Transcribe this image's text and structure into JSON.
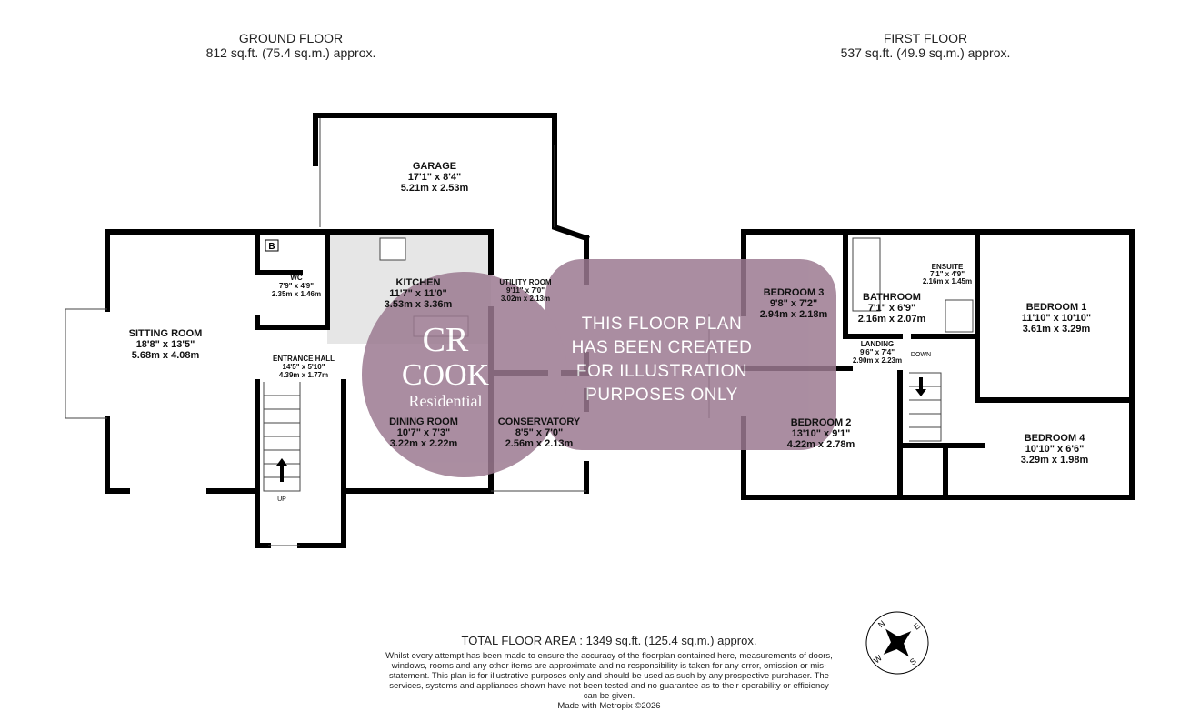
{
  "ground_floor": {
    "title": "GROUND FLOOR",
    "area": "812 sq.ft. (75.4 sq.m.) approx."
  },
  "first_floor": {
    "title": "FIRST FLOOR",
    "area": "537 sq.ft. (49.9 sq.m.) approx."
  },
  "rooms": [
    {
      "name": "GARAGE",
      "imperial": "17'1\" x 8'4\"",
      "metric": "5.21m x 2.53m"
    },
    {
      "name": "SITTING ROOM",
      "imperial": "18'8\" x 13'5\"",
      "metric": "5.68m x 4.08m"
    },
    {
      "name": "WC",
      "imperial": "7'9\" x 4'9\"",
      "metric": "2.35m x 1.46m"
    },
    {
      "name": "ENTRANCE HALL",
      "imperial": "14'5\" x 5'10\"",
      "metric": "4.39m x 1.77m"
    },
    {
      "name": "KITCHEN",
      "imperial": "11'7\" x 11'0\"",
      "metric": "3.53m x 3.36m"
    },
    {
      "name": "UTILITY ROOM",
      "imperial": "9'11\" x 7'0\"",
      "metric": "3.02m x 2.13m"
    },
    {
      "name": "DINING ROOM",
      "imperial": "10'7\" x 7'3\"",
      "metric": "3.22m x 2.22m"
    },
    {
      "name": "CONSERVATORY",
      "imperial": "8'5\" x 7'0\"",
      "metric": "2.56m x 2.13m"
    },
    {
      "name": "BEDROOM 3",
      "imperial": "9'8\" x 7'2\"",
      "metric": "2.94m x 2.18m"
    },
    {
      "name": "BATHROOM",
      "imperial": "7'1\" x 6'9\"",
      "metric": "2.16m x 2.07m"
    },
    {
      "name": "ENSUITE",
      "imperial": "7'1\" x 4'9\"",
      "metric": "2.16m x 1.45m"
    },
    {
      "name": "BEDROOM 1",
      "imperial": "11'10\" x 10'10\"",
      "metric": "3.61m x 3.29m"
    },
    {
      "name": "LANDING",
      "imperial": "9'6\" x 7'4\"",
      "metric": "2.90m x 2.23m"
    },
    {
      "name": "BEDROOM 2",
      "imperial": "13'10\" x 9'1\"",
      "metric": "4.22m x 2.78m"
    },
    {
      "name": "BEDROOM 4",
      "imperial": "10'10\" x 6'6\"",
      "metric": "3.29m x 1.98m"
    }
  ],
  "labels": {
    "boiler": "B",
    "up": "UP",
    "down": "DOWN"
  },
  "watermark": {
    "logo_monogram": "CR",
    "logo_name": "COOK",
    "logo_sub": "Residential",
    "notice_lines": [
      "THIS FLOOR PLAN",
      "HAS BEEN CREATED",
      "FOR ILLUSTRATION",
      "PURPOSES ONLY"
    ],
    "color": "#9c7a91"
  },
  "compass": {
    "labels": [
      "N",
      "E",
      "S",
      "W"
    ]
  },
  "footer": {
    "total": "TOTAL FLOOR AREA : 1349 sq.ft. (125.4 sq.m.) approx.",
    "disclaimer": "Whilst every attempt has been made to ensure the accuracy of the floorplan contained here, measurements of doors, windows, rooms and any other items are approximate and no responsibility is taken for any error, omission or mis-statement. This plan is for illustrative purposes only and should be used as such by any prospective purchaser. The services, systems and appliances shown have not been tested and no guarantee as to their operability or efficiency can be given.",
    "made_with": "Made with Metropix ©2026"
  }
}
